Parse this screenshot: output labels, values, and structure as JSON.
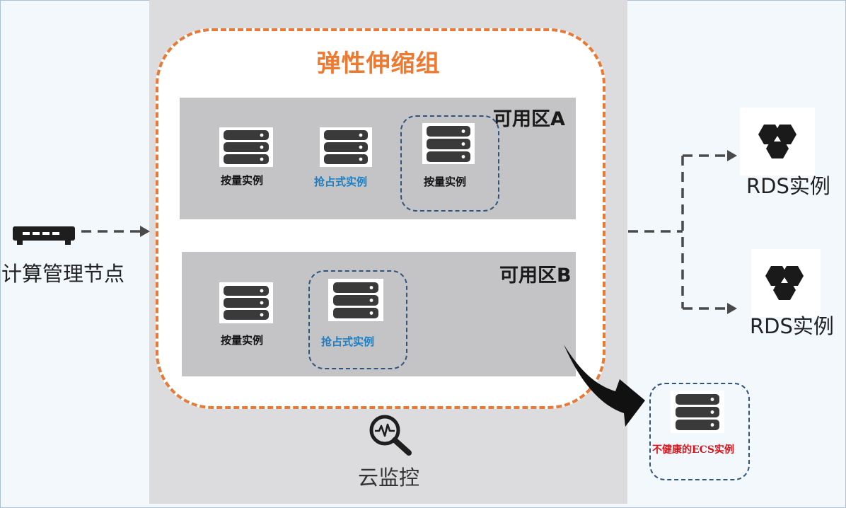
{
  "autoscaling_group": {
    "title": "弹性伸缩组"
  },
  "zones": {
    "a": {
      "label": "可用区A"
    },
    "b": {
      "label": "可用区B"
    }
  },
  "instances": {
    "a1": {
      "label": "按量实例"
    },
    "a2": {
      "label": "抢占式实例"
    },
    "a3": {
      "label": "按量实例"
    },
    "b1": {
      "label": "按量实例"
    },
    "b2": {
      "label": "抢占式实例"
    }
  },
  "compute_node": {
    "label": "计算管理节点"
  },
  "rds": [
    {
      "label": "RDS实例"
    },
    {
      "label": "RDS实例"
    }
  ],
  "unhealthy": {
    "label": "不健康的ECS实例"
  },
  "cloud_monitor": {
    "label": "云监控"
  },
  "colors": {
    "accent_orange": "#e87a38",
    "spot_blue": "#1b7fc6",
    "unhealthy_red": "#d9151b",
    "dashed_navy": "#2f547e"
  }
}
